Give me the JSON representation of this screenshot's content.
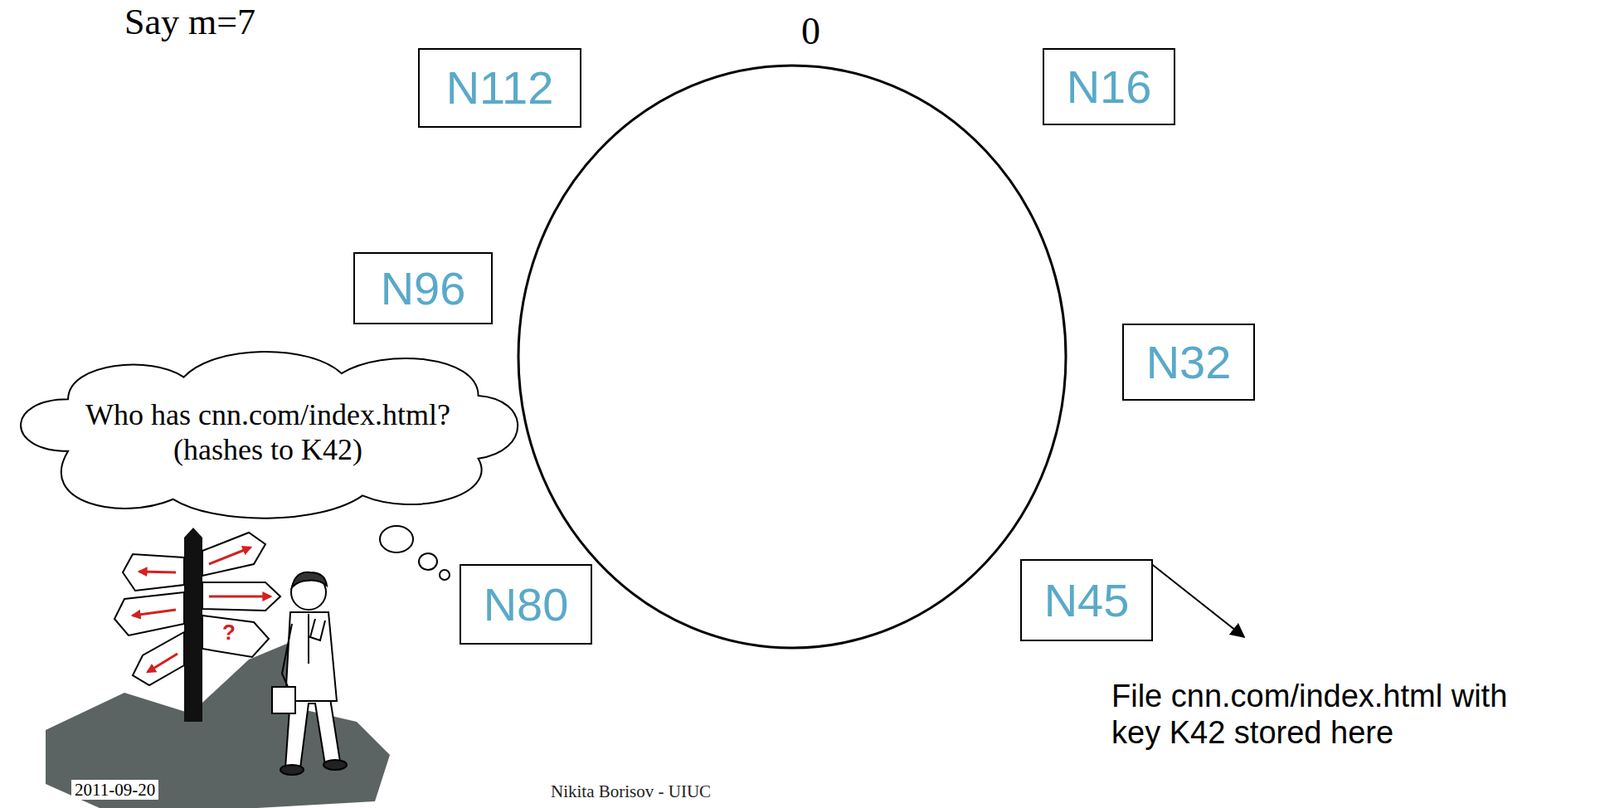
{
  "diagram": {
    "nodes": [
      {
        "text": [
          "N112"
        ]
      },
      {
        "text": [
          "N16"
        ]
      },
      {
        "text": [
          "N96"
        ]
      },
      {
        "text": [
          "N32"
        ]
      },
      {
        "text": [
          "Who has cnn.com/index.html? (hashes to K42)"
        ]
      },
      {
        "text": [
          "N45"
        ]
      },
      {
        "text": [
          "N80"
        ]
      }
    ],
    "labels": [
      "Say m=7",
      "0",
      "?",
      "File cnn.com/index.html with key K42 stored here",
      "2011-09-20",
      "Nikita Borisov - UIUC"
    ]
  }
}
